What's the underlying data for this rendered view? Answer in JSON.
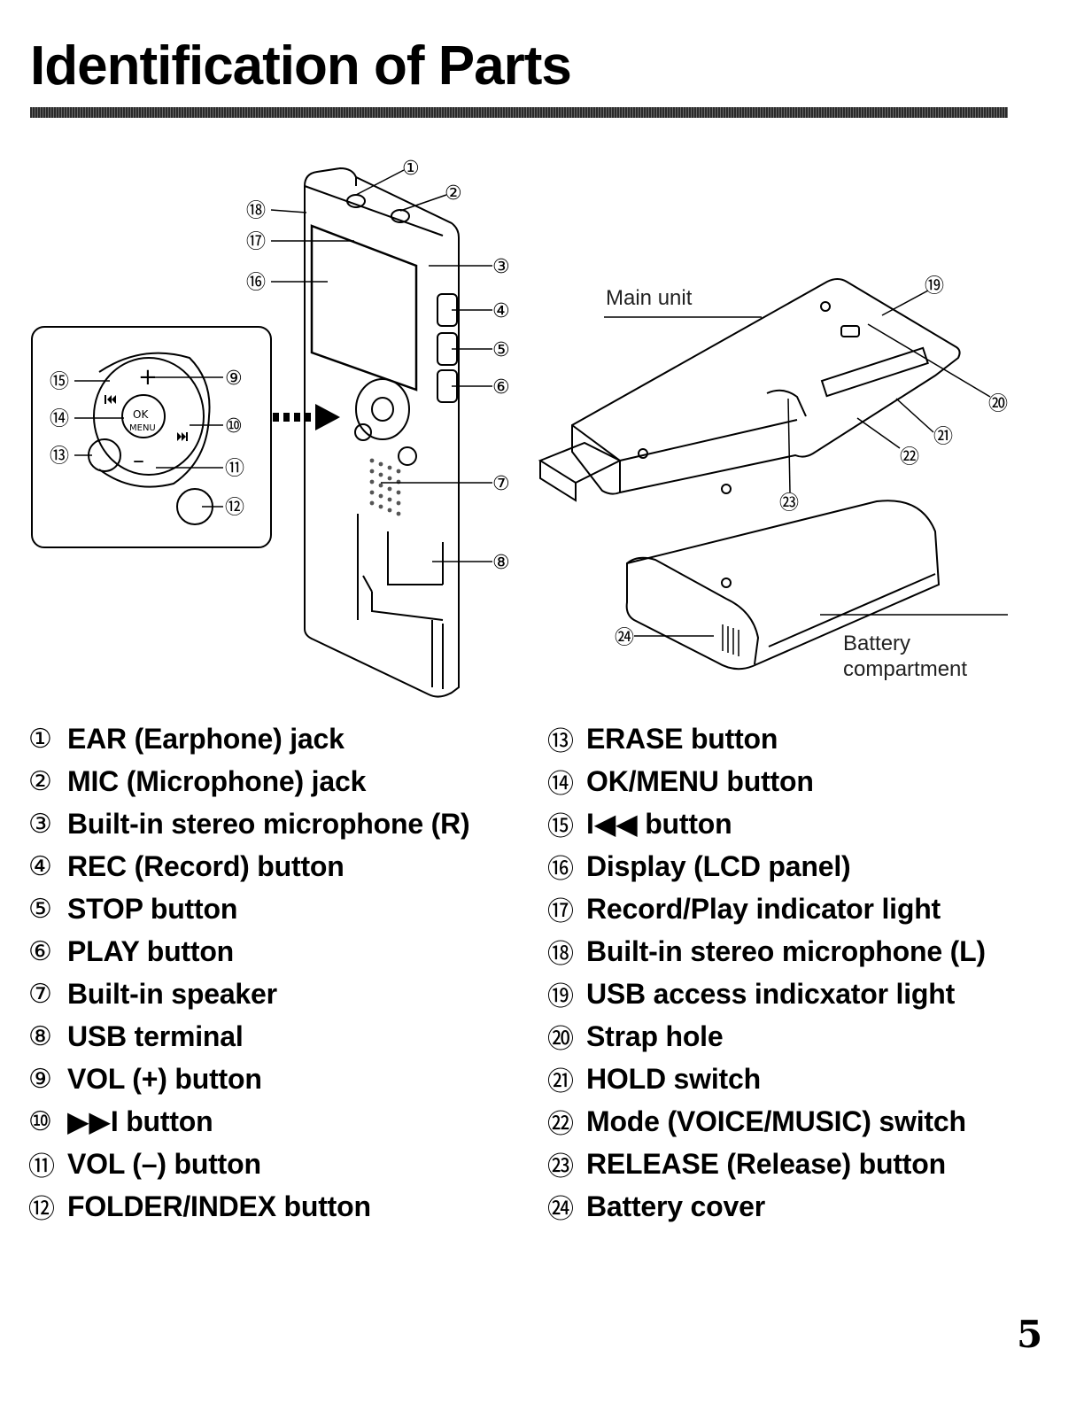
{
  "page": {
    "title": "Identification of Parts",
    "page_number": "5"
  },
  "figure": {
    "main_unit_label": "Main unit",
    "battery_label_line1": "Battery",
    "battery_label_line2": "compartment",
    "callouts": {
      "c1": "①",
      "c2": "②",
      "c3": "③",
      "c4": "④",
      "c5": "⑤",
      "c6": "⑥",
      "c7": "⑦",
      "c8": "⑧",
      "c9": "⑨",
      "c10": "⑩",
      "c11": "⑪",
      "c12": "⑫",
      "c13": "⑬",
      "c14": "⑭",
      "c15": "⑮",
      "c16": "⑯",
      "c17": "⑰",
      "c18": "⑱",
      "c19": "⑲",
      "c20": "⑳",
      "c21": "㉑",
      "c22": "㉒",
      "c23": "㉓",
      "c24": "㉔"
    },
    "keypad": {
      "plus": "+",
      "minus": "–",
      "ok": "OK",
      "menu": "MENU"
    }
  },
  "parts_left": [
    {
      "num": "①",
      "label": "EAR (Earphone) jack"
    },
    {
      "num": "②",
      "label": "MIC (Microphone) jack"
    },
    {
      "num": "③",
      "label": "Built-in stereo microphone (R)"
    },
    {
      "num": "④",
      "label": "REC (Record) button"
    },
    {
      "num": "⑤",
      "label": "STOP button"
    },
    {
      "num": "⑥",
      "label": "PLAY button"
    },
    {
      "num": "⑦",
      "label": "Built-in speaker"
    },
    {
      "num": "⑧",
      "label": "USB terminal"
    },
    {
      "num": "⑨",
      "label": "VOL (+) button"
    },
    {
      "num": "⑩",
      "label": "▶▶I button"
    },
    {
      "num": "⑪",
      "label": "VOL (–) button"
    },
    {
      "num": "⑫",
      "label": "FOLDER/INDEX button"
    }
  ],
  "parts_right": [
    {
      "num": "⑬",
      "label": "ERASE button"
    },
    {
      "num": "⑭",
      "label": "OK/MENU button"
    },
    {
      "num": "⑮",
      "label": "I◀◀ button"
    },
    {
      "num": "⑯",
      "label": "Display (LCD panel)"
    },
    {
      "num": "⑰",
      "label": "Record/Play indicator light"
    },
    {
      "num": "⑱",
      "label": "Built-in stereo microphone (L)"
    },
    {
      "num": "⑲",
      "label": "USB access indicxator light"
    },
    {
      "num": "⑳",
      "label": "Strap hole"
    },
    {
      "num": "㉑",
      "label": "HOLD switch"
    },
    {
      "num": "㉒",
      "label": "Mode (VOICE/MUSIC) switch"
    },
    {
      "num": "㉓",
      "label": "RELEASE (Release) button"
    },
    {
      "num": "㉔",
      "label": "Battery cover"
    }
  ]
}
